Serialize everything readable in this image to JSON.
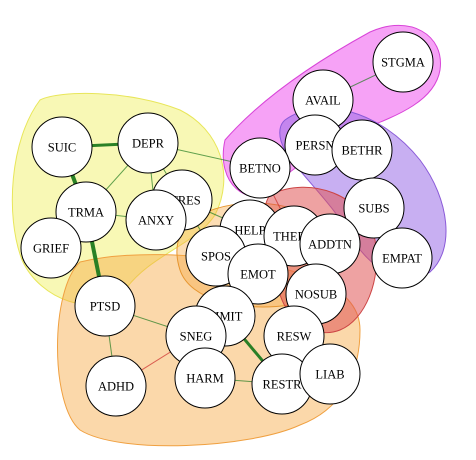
{
  "colors": {
    "group_yellow": "#f0ef5a",
    "group_orange": "#f7a943",
    "group_magenta": "#ee55ee",
    "group_purple": "#9a6de8",
    "group_red": "#e05555",
    "edge_green": "#1f7a1f",
    "edge_red": "#cc2a2a",
    "node_fill": "#ffffff",
    "node_stroke": "#000000"
  },
  "nodes": [
    {
      "id": "STGMA",
      "label": "STGMA"
    },
    {
      "id": "AVAIL",
      "label": "AVAIL"
    },
    {
      "id": "PERSN",
      "label": "PERSN"
    },
    {
      "id": "BETHR",
      "label": "BETHR"
    },
    {
      "id": "BETNO",
      "label": "BETNO"
    },
    {
      "id": "SUBS",
      "label": "SUBS"
    },
    {
      "id": "EMPAT",
      "label": "EMPAT"
    },
    {
      "id": "SUIC",
      "label": "SUIC"
    },
    {
      "id": "DEPR",
      "label": "DEPR"
    },
    {
      "id": "STRES",
      "label": "STRES"
    },
    {
      "id": "TRMA",
      "label": "TRMA"
    },
    {
      "id": "ANXY",
      "label": "ANXY"
    },
    {
      "id": "GRIEF",
      "label": "GRIEF"
    },
    {
      "id": "HELP",
      "label": "HELP"
    },
    {
      "id": "THERA",
      "label": "THERA"
    },
    {
      "id": "ADDTN",
      "label": "ADDTN"
    },
    {
      "id": "SPOS",
      "label": "SPOS"
    },
    {
      "id": "EMOT",
      "label": "EMOT"
    },
    {
      "id": "NOSUB",
      "label": "NOSUB"
    },
    {
      "id": "PTSD",
      "label": "PTSD"
    },
    {
      "id": "LIMIT",
      "label": "LIMIT"
    },
    {
      "id": "SNEG",
      "label": "SNEG"
    },
    {
      "id": "RESW",
      "label": "RESW"
    },
    {
      "id": "ADHD",
      "label": "ADHD"
    },
    {
      "id": "HARM",
      "label": "HARM"
    },
    {
      "id": "RESTR",
      "label": "RESTR"
    },
    {
      "id": "LIAB",
      "label": "LIAB"
    }
  ],
  "edges": [
    {
      "from": "SUIC",
      "to": "DEPR",
      "color": "green",
      "weight": 3
    },
    {
      "from": "SUIC",
      "to": "TRMA",
      "color": "green",
      "weight": 4
    },
    {
      "from": "TRMA",
      "to": "PTSD",
      "color": "green",
      "weight": 4
    },
    {
      "from": "TRMA",
      "to": "GRIEF",
      "color": "green",
      "weight": 1
    },
    {
      "from": "TRMA",
      "to": "DEPR",
      "color": "green",
      "weight": 1
    },
    {
      "from": "DEPR",
      "to": "ANXY",
      "color": "green",
      "weight": 1
    },
    {
      "from": "DEPR",
      "to": "STRES",
      "color": "green",
      "weight": 1
    },
    {
      "from": "ANXY",
      "to": "STRES",
      "color": "green",
      "weight": 2
    },
    {
      "from": "ANXY",
      "to": "TRMA",
      "color": "green",
      "weight": 1
    },
    {
      "from": "DEPR",
      "to": "BETNO",
      "color": "green",
      "weight": 1
    },
    {
      "from": "STRES",
      "to": "HELP",
      "color": "green",
      "weight": 1
    },
    {
      "from": "STRES",
      "to": "SPOS",
      "color": "green",
      "weight": 1
    },
    {
      "from": "PERSN",
      "to": "BETHR",
      "color": "green",
      "weight": 3
    },
    {
      "from": "PERSN",
      "to": "BETNO",
      "color": "green",
      "weight": 2
    },
    {
      "from": "AVAIL",
      "to": "PERSN",
      "color": "green",
      "weight": 1
    },
    {
      "from": "AVAIL",
      "to": "STGMA",
      "color": "green",
      "weight": 1
    },
    {
      "from": "BETHR",
      "to": "SUBS",
      "color": "green",
      "weight": 1
    },
    {
      "from": "SUBS",
      "to": "EMPAT",
      "color": "green",
      "weight": 1
    },
    {
      "from": "SUBS",
      "to": "ADDTN",
      "color": "green",
      "weight": 2
    },
    {
      "from": "HELP",
      "to": "THERA",
      "color": "green",
      "weight": 2
    },
    {
      "from": "THERA",
      "to": "ADDTN",
      "color": "green",
      "weight": 2
    },
    {
      "from": "HELP",
      "to": "EMOT",
      "color": "green",
      "weight": 1
    },
    {
      "from": "SPOS",
      "to": "EMOT",
      "color": "green",
      "weight": 2
    },
    {
      "from": "EMOT",
      "to": "NOSUB",
      "color": "green",
      "weight": 1
    },
    {
      "from": "NOSUB",
      "to": "RESW",
      "color": "green",
      "weight": 2
    },
    {
      "from": "LIMIT",
      "to": "SNEG",
      "color": "green",
      "weight": 2
    },
    {
      "from": "LIMIT",
      "to": "RESTR",
      "color": "green",
      "weight": 3
    },
    {
      "from": "LIMIT",
      "to": "EMOT",
      "color": "green",
      "weight": 1
    },
    {
      "from": "RESW",
      "to": "LIAB",
      "color": "green",
      "weight": 1
    },
    {
      "from": "RESW",
      "to": "RESTR",
      "color": "green",
      "weight": 1
    },
    {
      "from": "PTSD",
      "to": "SNEG",
      "color": "green",
      "weight": 1
    },
    {
      "from": "SNEG",
      "to": "HARM",
      "color": "green",
      "weight": 1
    },
    {
      "from": "PTSD",
      "to": "ADHD",
      "color": "green",
      "weight": 1
    },
    {
      "from": "ADHD",
      "to": "SNEG",
      "color": "red",
      "weight": 1
    },
    {
      "from": "HARM",
      "to": "RESTR",
      "color": "green",
      "weight": 1
    },
    {
      "from": "BETNO",
      "to": "THERA",
      "color": "red",
      "weight": 1
    },
    {
      "from": "SPOS",
      "to": "LIMIT",
      "color": "green",
      "weight": 1
    }
  ]
}
